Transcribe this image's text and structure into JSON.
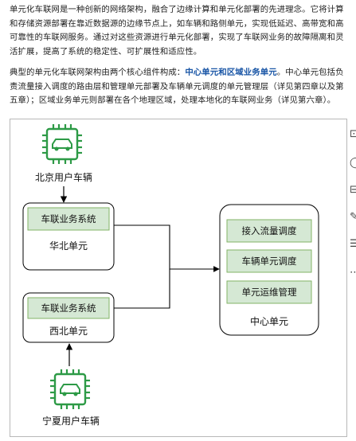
{
  "intro": {
    "p1": "单元化车联网是一种创新的网络架构，融合了边缘计算和单元化部署的先进理念。它将计算和存储资源部署在靠近数据源的边缘节点上，如车辆和路侧单元，实现低延迟、高带宽和高可靠性的车联网服务。通过对这些资源进行单元化部署，实现了车联网业务的故障隔离和灵活扩展，提高了系统的稳定性、可扩展性和适应性。",
    "p2_pre": "典型的单元化车联网架构由两个核心组件构成：",
    "p2_strong": "中心单元和区域业务单元",
    "p2_post": "。中心单元包括负责流量接入调度的路由层和管理单元部署及车辆单元调度的单元管理层（详见第四章以及第五章）；区域业务单元则部署在各个地理区域，处理本地化的车联网业务（详见第六章）。"
  },
  "diagram": {
    "beijing_vehicle": "北京用户车辆",
    "ningxia_vehicle": "宁夏用户车辆",
    "north_service": "车联业务系统",
    "north_unit": "华北单元",
    "northwest_service": "车联业务系统",
    "northwest_unit": "西北单元",
    "center_items": [
      "接入流量调度",
      "车辆单元调度",
      "单元运维管理"
    ],
    "center_unit": "中心单元",
    "colors": {
      "chip_green": "#2d9a46",
      "box_fill": "#d5e8d4",
      "box_stroke": "#82b366",
      "line": "#000000"
    }
  },
  "toolbar": {
    "icons": [
      "fit-page-icon",
      "circle-icon",
      "save-icon",
      "edit-icon",
      "layers-icon",
      "more-icon"
    ]
  }
}
